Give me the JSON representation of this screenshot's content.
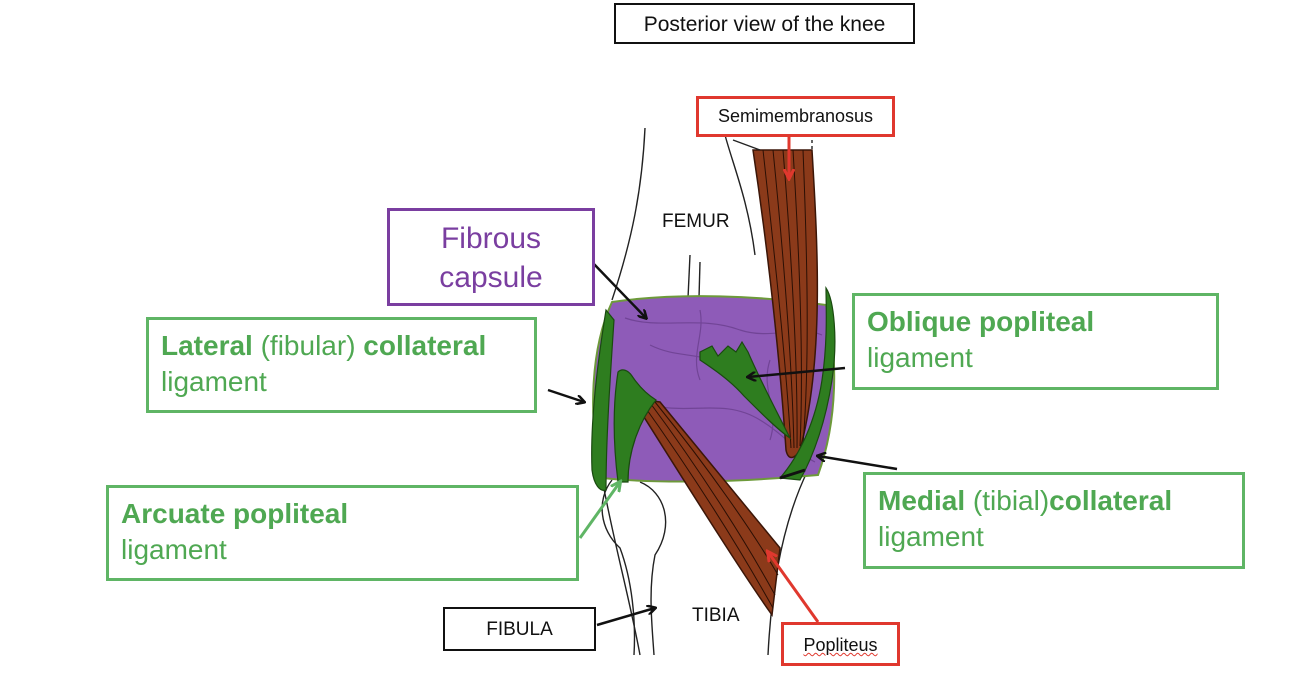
{
  "title": "Posterior view of the knee",
  "bones": {
    "femur": "FEMUR",
    "tibia": "TIBIA",
    "fibula": "FIBULA"
  },
  "labels": {
    "semimembranosus": "Semimembranosus",
    "popliteus": "Popliteus",
    "fibrous_capsule": {
      "line1": "Fibrous",
      "line2": "capsule"
    },
    "lateral_collateral": {
      "bold1": "Lateral",
      "normal1": " (fibular) ",
      "bold2": "collateral",
      "line2": "ligament"
    },
    "oblique_popliteal": {
      "bold": "Oblique popliteal",
      "line2": "ligament"
    },
    "arcuate_popliteal": {
      "bold": "Arcuate popliteal",
      "line2": "ligament"
    },
    "medial_collateral": {
      "bold1": "Medial",
      "normal1": " (tibial)",
      "bold2": "collateral",
      "line2": "ligament"
    }
  },
  "colors": {
    "capsule": "#8e5bb8",
    "ligament": "#2e7d1f",
    "muscle": "#8b3a1a",
    "red_box": "#e0382e",
    "green_box": "#5fb565",
    "purple_box": "#7a3ea0"
  }
}
